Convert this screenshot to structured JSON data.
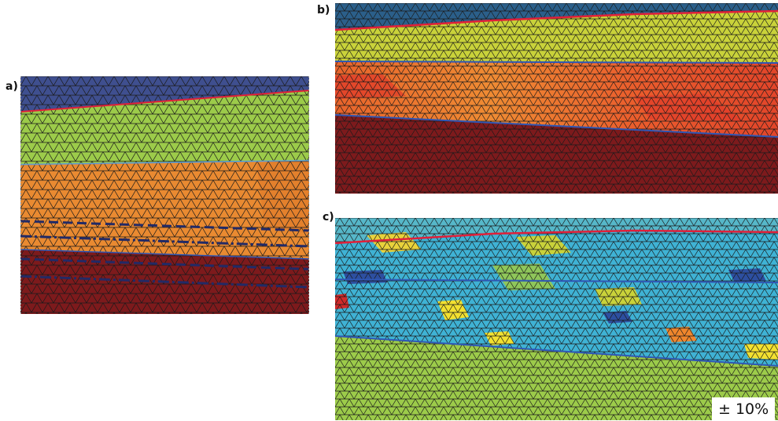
{
  "panels": [
    {
      "id": "a",
      "label": "a)"
    },
    {
      "id": "b",
      "label": "b)"
    },
    {
      "id": "c",
      "label": "c)"
    }
  ],
  "legend": {
    "text": "± 10%"
  },
  "colors": {
    "top_blue": "#3f4f8f",
    "green": "#9ccb4a",
    "orange": "#e98a31",
    "dark_red": "#7d1a1c",
    "interface_red": "#e0203a",
    "interface_blue": "#2f57b5",
    "dash_navy": "#222a66",
    "mesh": "#1a1a1a"
  }
}
